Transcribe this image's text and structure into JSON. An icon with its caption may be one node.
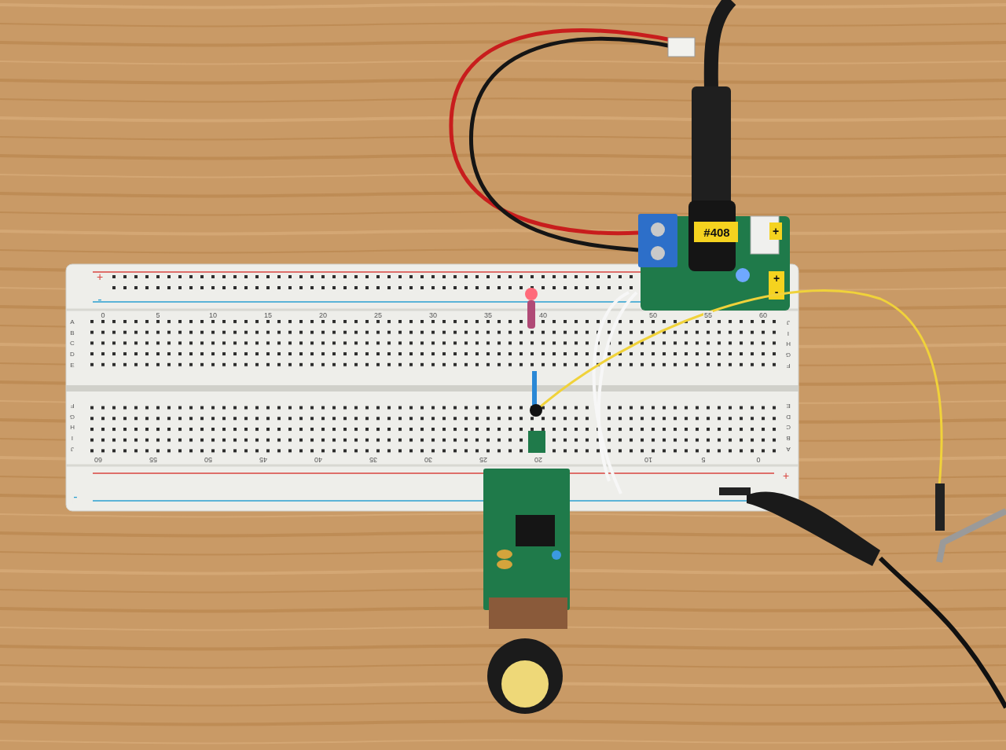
{
  "diagram": {
    "labels": [
      "#408",
      "+",
      "+",
      "-",
      "+",
      "-",
      "0",
      "5",
      "10",
      "15",
      "20",
      "25",
      "30",
      "35",
      "40",
      "50",
      "55",
      "60",
      "A",
      "J",
      "B",
      "I",
      "C",
      "H",
      "D",
      "G",
      "E",
      "F",
      "F",
      "E",
      "G",
      "D",
      "H",
      "C",
      "I",
      "B",
      "J",
      "A",
      "60",
      "55",
      "50",
      "45",
      "40",
      "35",
      "30",
      "25",
      "20",
      "10",
      "5",
      "0",
      "+",
      "-"
    ]
  }
}
